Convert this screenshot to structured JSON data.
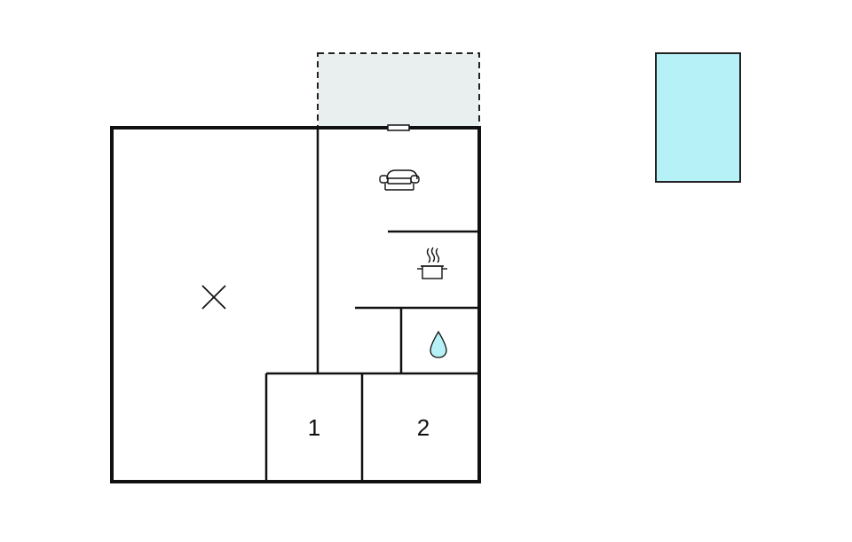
{
  "floorplan": {
    "rooms": [
      {
        "id": "bedroom-1",
        "label": "1"
      },
      {
        "id": "bedroom-2",
        "label": "2"
      }
    ],
    "icons": {
      "living": "armchair-icon",
      "kitchen": "cooking-pot-icon",
      "bathroom": "water-drop-icon",
      "open_space": "cross-mark-icon"
    },
    "colors": {
      "wall": "#111111",
      "terrace_fill": "#e9eeee",
      "pool_fill": "#b6f1f8",
      "drop_fill": "#b6f1f8",
      "window_fill": "#ffffff"
    }
  }
}
